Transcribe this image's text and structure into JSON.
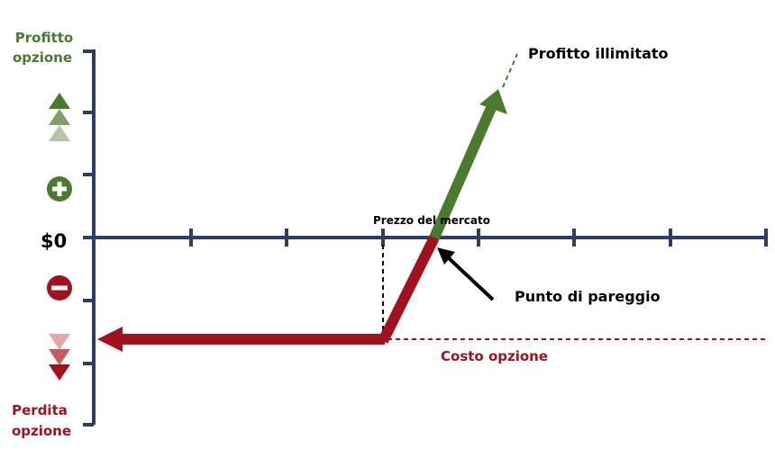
{
  "axis_labels": {
    "profit_line1": "Profitto",
    "profit_line2": "opzione",
    "loss_line1": "Perdita",
    "loss_line2": "opzione",
    "zero": "$0"
  },
  "annotations": {
    "market_price": "Prezzo del mercato",
    "breakeven": "Punto di pareggio",
    "unlimited_profit": "Profitto illimitato",
    "option_cost": "Costo opzione"
  },
  "colors": {
    "axis": "#2f3e5c",
    "profit": "#4a7a2c",
    "loss": "#a3121c",
    "text": "#000000"
  },
  "icons": {
    "profit_marker": "plus-circle-icon",
    "loss_marker": "minus-circle-icon",
    "profit_indicator": "triple-up-triangle-icon",
    "loss_indicator": "triple-down-triangle-icon"
  }
}
